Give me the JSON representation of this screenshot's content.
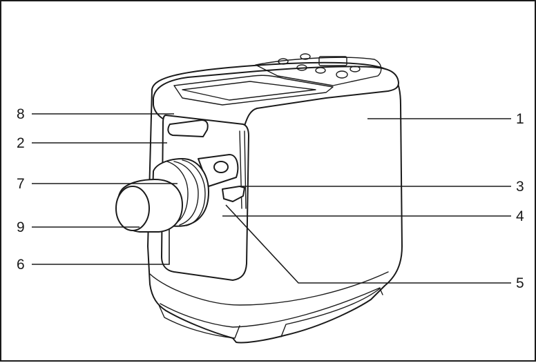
{
  "callouts": [
    {
      "id": "8",
      "label": "8"
    },
    {
      "id": "2",
      "label": "2"
    },
    {
      "id": "7",
      "label": "7"
    },
    {
      "id": "9",
      "label": "9"
    },
    {
      "id": "6",
      "label": "6"
    },
    {
      "id": "1",
      "label": "1"
    },
    {
      "id": "3",
      "label": "3"
    },
    {
      "id": "4",
      "label": "4"
    },
    {
      "id": "5",
      "label": "5"
    }
  ]
}
